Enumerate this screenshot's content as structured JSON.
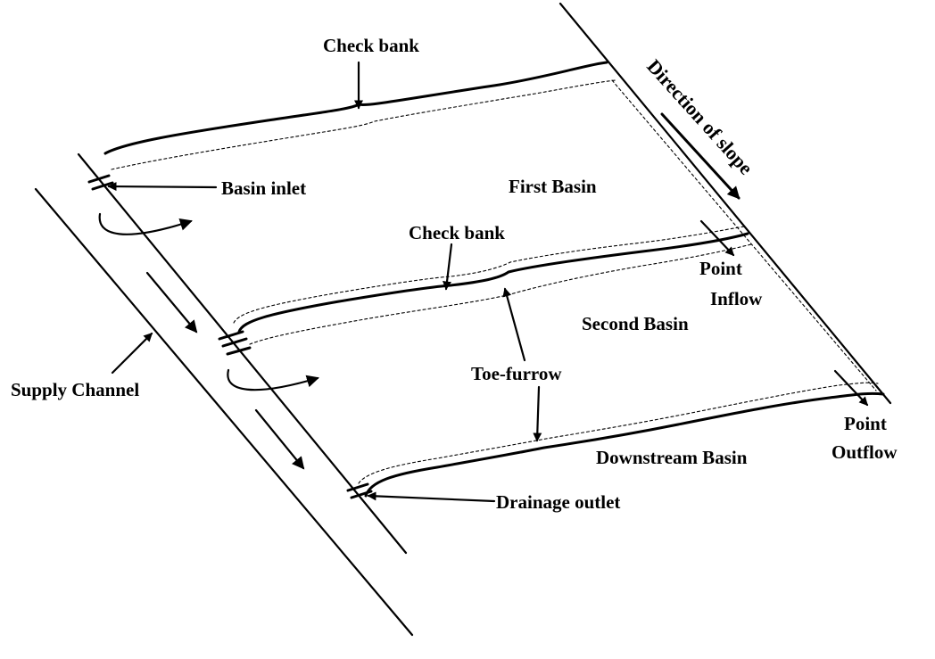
{
  "labels": {
    "check_bank_top": "Check bank",
    "basin_inlet": "Basin inlet",
    "first_basin": "First Basin",
    "direction_of_slope": "Direction of slope",
    "check_bank_mid": "Check bank",
    "point_inflow_1": "Point",
    "point_inflow_2": "Inflow",
    "second_basin": "Second Basin",
    "supply_channel": "Supply Channel",
    "toe_furrow": "Toe-furrow",
    "point_outflow_1": "Point",
    "point_outflow_2": "Outflow",
    "downstream_basin": "Downstream Basin",
    "drainage_outlet": "Drainage outlet"
  }
}
